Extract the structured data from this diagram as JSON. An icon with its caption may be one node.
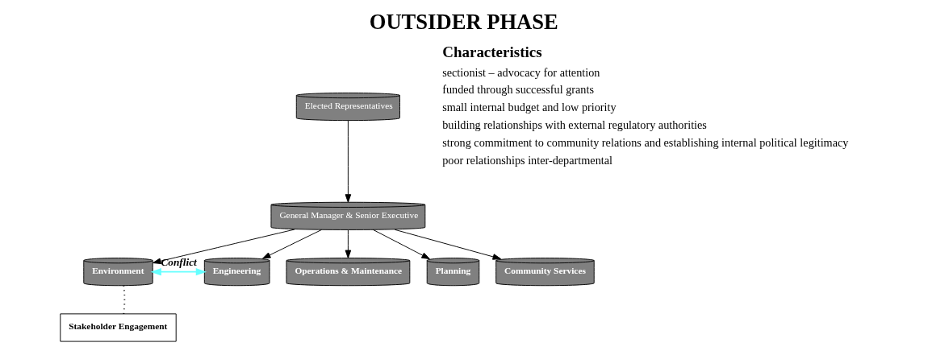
{
  "diagram": {
    "title": "OUTSIDER PHASE",
    "nodes": [
      {
        "text": [
          "Elected Representatives"
        ]
      },
      {
        "text": [
          "General Manager & Senior Executive"
        ]
      },
      {
        "text": [
          "Environment"
        ]
      },
      {
        "text": [
          "Engineering"
        ]
      },
      {
        "text": [
          "Operations & Maintenance"
        ]
      },
      {
        "text": [
          "Planning"
        ]
      },
      {
        "text": [
          "Community Services"
        ]
      },
      {
        "text": [
          "Stakeholder Engagement"
        ]
      }
    ],
    "edges": [
      {
        "from": 0,
        "to": 1,
        "arrow": "to"
      },
      {
        "from": 1,
        "to": 2,
        "arrow": "to"
      },
      {
        "from": 1,
        "to": 3,
        "arrow": "to"
      },
      {
        "from": 1,
        "to": 4,
        "arrow": "to"
      },
      {
        "from": 1,
        "to": 5,
        "arrow": "to"
      },
      {
        "from": 1,
        "to": 6,
        "arrow": "to"
      },
      {
        "from": 2,
        "to": 3,
        "arrow": "both",
        "label": "Conflict",
        "color": "#66ffff"
      },
      {
        "from": 7,
        "to": 2,
        "arrow": "none",
        "style": "dashed"
      }
    ],
    "labels": [
      "Characteristics",
      "sectionist – advocacy for attention",
      "funded through successful grants",
      "small internal budget and low priority",
      "building relationships with external regulatory authorities",
      "strong commitment to community relations and establishing internal political legitimacy",
      "poor relationships inter-departmental"
    ]
  }
}
